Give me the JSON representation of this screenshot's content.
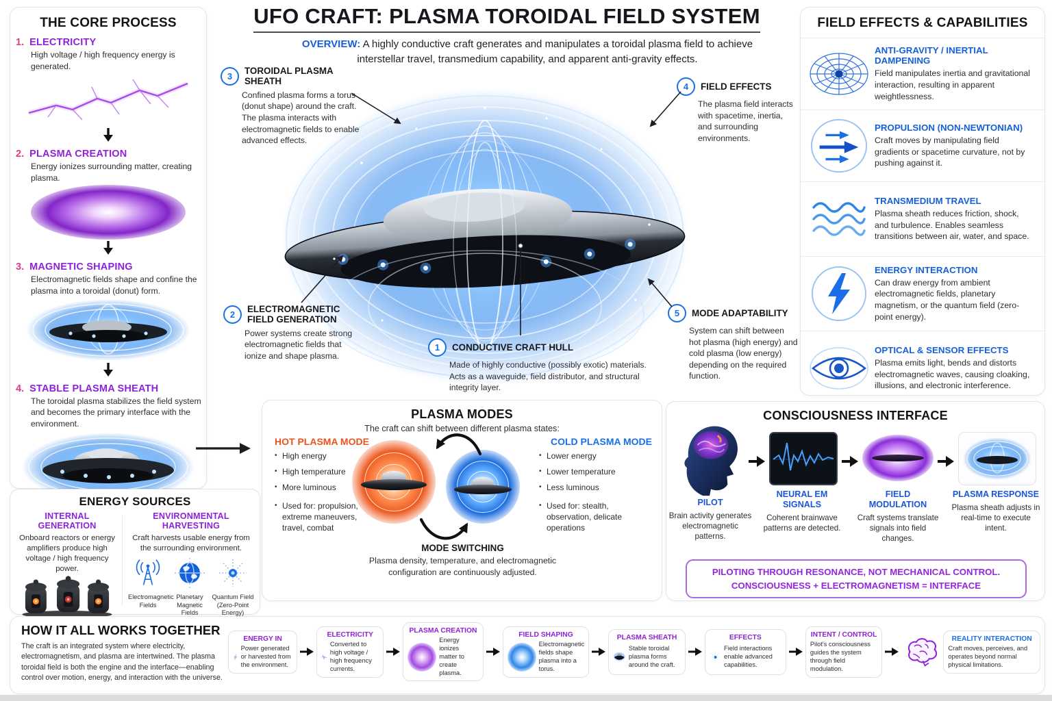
{
  "title": "UFO CRAFT: PLASMA TOROIDAL FIELD SYSTEM",
  "overview": {
    "label": "OVERVIEW:",
    "text": "A highly conductive craft generates and manipulates a toroidal plasma field to achieve interstellar travel, transmedium capability, and apparent anti-gravity effects."
  },
  "colors": {
    "accent_purple": "#8f22d8",
    "accent_pink": "#e03a8c",
    "accent_blue": "#1a6fe8",
    "heading_blue": "#1660d9",
    "hot_orange": "#e8531e",
    "banner_purple": "#9326db"
  },
  "core_process": {
    "title": "THE CORE PROCESS",
    "steps": [
      {
        "num": "1.",
        "title": "ELECTRICITY",
        "desc": "High voltage / high frequency energy is generated.",
        "image": "lightning-discharge"
      },
      {
        "num": "2.",
        "title": "PLASMA CREATION",
        "desc": "Energy ionizes surrounding matter, creating plasma.",
        "image": "purple-plasma-cloud"
      },
      {
        "num": "3.",
        "title": "MAGNETIC SHAPING",
        "desc": "Electromagnetic fields shape and confine the plasma into a toroidal (donut) form.",
        "image": "toroidal-plasma-craft"
      },
      {
        "num": "4.",
        "title": "STABLE PLASMA SHEATH",
        "desc": "The toroidal plasma stabilizes the field system and becomes the primary interface with the environment.",
        "image": "craft-with-plasma-sheath"
      }
    ]
  },
  "callouts": [
    {
      "num": "1",
      "title": "CONDUCTIVE CRAFT HULL",
      "desc": "Made of highly conductive (possibly exotic) materials. Acts as a waveguide, field distributor, and structural integrity layer."
    },
    {
      "num": "2",
      "title": "ELECTROMAGNETIC FIELD GENERATION",
      "desc": "Power systems create strong electromagnetic fields that ionize and shape plasma."
    },
    {
      "num": "3",
      "title": "TOROIDAL PLASMA SHEATH",
      "desc": "Confined plasma forms a torus (donut shape) around the craft. The plasma interacts with electromagnetic fields to enable advanced effects."
    },
    {
      "num": "4",
      "title": "FIELD EFFECTS",
      "desc": "The plasma field interacts with spacetime, inertia, and surrounding environments."
    },
    {
      "num": "5",
      "title": "MODE ADAPTABILITY",
      "desc": "System can shift between hot plasma (high energy) and cold plasma (low energy) depending on the required function."
    }
  ],
  "field_effects": {
    "title": "FIELD EFFECTS & CAPABILITIES",
    "items": [
      {
        "icon": "warped-spacetime-grid-icon",
        "title": "ANTI-GRAVITY / INERTIAL DAMPENING",
        "desc": "Field manipulates inertia and gravitational interaction, resulting in apparent weightlessness."
      },
      {
        "icon": "propulsion-arrows-icon",
        "title": "PROPULSION (NON-NEWTONIAN)",
        "desc": "Craft moves by manipulating field gradients or spacetime curvature, not by pushing against it."
      },
      {
        "icon": "waves-icon",
        "title": "TRANSMEDIUM TRAVEL",
        "desc": "Plasma sheath reduces friction, shock, and turbulence. Enables seamless transitions between air, water, and space."
      },
      {
        "icon": "lightning-bolt-icon",
        "title": "ENERGY INTERACTION",
        "desc": "Can draw energy from ambient electromagnetic fields, planetary magnetism, or the quantum field (zero-point energy)."
      },
      {
        "icon": "eye-icon",
        "title": "OPTICAL & SENSOR EFFECTS",
        "desc": "Plasma emits light, bends and distorts electromagnetic waves, causing cloaking, illusions, and electronic interference."
      }
    ]
  },
  "plasma_modes": {
    "title": "PLASMA MODES",
    "subtitle": "The craft can shift between different plasma states:",
    "hot": {
      "title": "HOT PLASMA MODE",
      "bullets": [
        "High energy",
        "High temperature",
        "More luminous",
        "Used for: propulsion, extreme maneuvers, travel, combat"
      ]
    },
    "cold": {
      "title": "COLD PLASMA MODE",
      "bullets": [
        "Lower energy",
        "Lower temperature",
        "Less luminous",
        "Used for: stealth, observation, delicate operations"
      ]
    },
    "switching": {
      "title": "MODE SWITCHING",
      "desc": "Plasma density, temperature, and electromagnetic configuration are continuously adjusted."
    }
  },
  "consciousness": {
    "title": "CONSCIOUSNESS INTERFACE",
    "stages": [
      {
        "title": "PILOT",
        "desc": "Brain activity generates electromagnetic patterns.",
        "image": "pilot-head"
      },
      {
        "title": "NEURAL EM SIGNALS",
        "desc": "Coherent brainwave patterns are detected.",
        "image": "brainwave-screen"
      },
      {
        "title": "FIELD MODULATION",
        "desc": "Craft systems translate signals into field changes.",
        "image": "purple-plasma-field"
      },
      {
        "title": "PLASMA RESPONSE",
        "desc": "Plasma sheath adjusts in real-time to execute intent.",
        "image": "blue-plasma-torus"
      }
    ],
    "banner_line1": "PILOTING THROUGH RESONANCE, NOT MECHANICAL CONTROL.",
    "banner_line2": "CONSCIOUSNESS + ELECTROMAGNETISM = INTERFACE"
  },
  "energy_sources": {
    "title": "ENERGY SOURCES",
    "internal": {
      "title": "INTERNAL GENERATION",
      "desc": "Onboard reactors or energy amplifiers produce high voltage / high frequency power.",
      "image": "reactor-units"
    },
    "environmental": {
      "title": "ENVIRONMENTAL HARVESTING",
      "desc": "Craft harvests usable energy from the surrounding environment.",
      "icons": [
        {
          "name": "antenna-icon",
          "label": "Electromagnetic Fields"
        },
        {
          "name": "globe-icon",
          "label": "Planetary Magnetic Fields"
        },
        {
          "name": "quantum-field-icon",
          "label": "Quantum Field (Zero-Point Energy)"
        }
      ]
    }
  },
  "works_together": {
    "title": "HOW IT ALL WORKS TOGETHER",
    "desc": "The craft is an integrated system where electricity, electromagnetism, and plasma are intertwined. The plasma toroidal field is both the engine and the interface—enabling control over motion, energy, and interaction with the universe.",
    "flow": [
      {
        "title": "ENERGY IN",
        "desc": "Power generated or harvested from the environment.",
        "icon": "bolt-icon"
      },
      {
        "title": "ELECTRICITY",
        "desc": "Converted to high voltage / high frequency currents.",
        "icon": "waveform-icon"
      },
      {
        "title": "PLASMA CREATION",
        "desc": "Energy ionizes matter to create plasma.",
        "icon": "purple-orb-icon"
      },
      {
        "title": "FIELD SHAPING",
        "desc": "Electromagnetic fields shape plasma into a torus.",
        "icon": "blue-orb-icon"
      },
      {
        "title": "PLASMA SHEATH",
        "desc": "Stable toroidal plasma forms around the craft.",
        "icon": "saucer-icon"
      },
      {
        "title": "EFFECTS",
        "desc": "Field interactions enable advanced capabilities.",
        "icon": "starburst-icon"
      },
      {
        "title": "INTENT / CONTROL",
        "desc": "Pilot's consciousness guides the system through field modulation.",
        "icon": "none"
      },
      {
        "title": "REALITY INTERACTION",
        "desc": "Craft moves, perceives, and operates beyond normal physical limitations.",
        "icon": "none"
      }
    ]
  }
}
